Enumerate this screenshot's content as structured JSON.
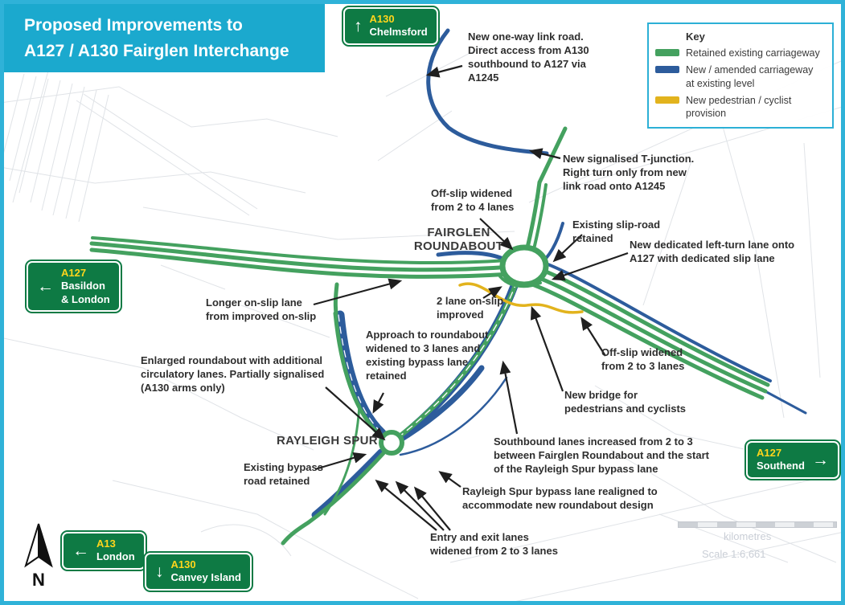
{
  "page": {
    "border_color": "#2fb2d8",
    "background": "#ffffff"
  },
  "title": {
    "line1": "Proposed Improvements to",
    "line2": "A127 / A130 Fairglen Interchange",
    "bg_color": "#1ba9ce"
  },
  "legend": {
    "heading": "Key",
    "items": [
      {
        "label": "Retained existing carriageway",
        "color": "#44a15f"
      },
      {
        "label": "New / amended carriageway\nat existing level",
        "color": "#2d5c9c"
      },
      {
        "label": "New pedestrian / cyclist provision",
        "color": "#e2b31d"
      }
    ]
  },
  "signs": [
    {
      "route": "A130",
      "destination": "Chelmsford",
      "arrow": "↑"
    },
    {
      "route": "A127",
      "destination": "Basildon\n& London",
      "arrow": "←"
    },
    {
      "route": "A127",
      "destination": "Southend",
      "arrow": "→"
    },
    {
      "route": "A13",
      "destination": "London",
      "arrow": "←"
    },
    {
      "route": "A130",
      "destination": "Canvey Island",
      "arrow": "↓"
    }
  ],
  "map_labels": [
    {
      "text": "FAIRGLEN\nROUNDABOUT"
    },
    {
      "text": "RAYLEIGH SPUR"
    }
  ],
  "annotations": [
    {
      "text": "New one-way link road.\nDirect access from A130\nsouthbound to A127 via\nA1245"
    },
    {
      "text": "New signalised T-junction.\nRight turn only from new\nlink road onto A1245"
    },
    {
      "text": "Off-slip widened\nfrom 2 to 4 lanes"
    },
    {
      "text": "Existing slip-road\nretained"
    },
    {
      "text": "New dedicated left-turn lane onto\nA127 with dedicated slip lane"
    },
    {
      "text": "Longer on-slip lane\nfrom improved on-slip"
    },
    {
      "text": "2 lane on-slip\nimproved"
    },
    {
      "text": "Approach to roundabout\nwidened to 3 lanes and\nexisting bypass lane\nretained"
    },
    {
      "text": "Enlarged roundabout with additional\ncirculatory lanes. Partially signalised\n(A130 arms only)"
    },
    {
      "text": "Off-slip widened\nfrom 2 to 3 lanes"
    },
    {
      "text": "New bridge for\npedestrians and cyclists"
    },
    {
      "text": "Southbound lanes increased from 2 to 3\nbetween Fairglen Roundabout and the start\nof the Rayleigh Spur bypass lane"
    },
    {
      "text": "Existing bypass\nroad retained"
    },
    {
      "text": "Rayleigh Spur bypass lane realigned to\naccommodate new roundabout design"
    },
    {
      "text": "Entry and exit lanes\nwidened from 2 to 3 lanes"
    }
  ],
  "compass": {
    "label": "N"
  },
  "scale": {
    "units": "kilometres",
    "ratio": "Scale 1:6,661"
  },
  "road_colors": {
    "retained": "#44a15f",
    "new_amended": "#2d5c9c",
    "pedestrian": "#e2b31d"
  }
}
